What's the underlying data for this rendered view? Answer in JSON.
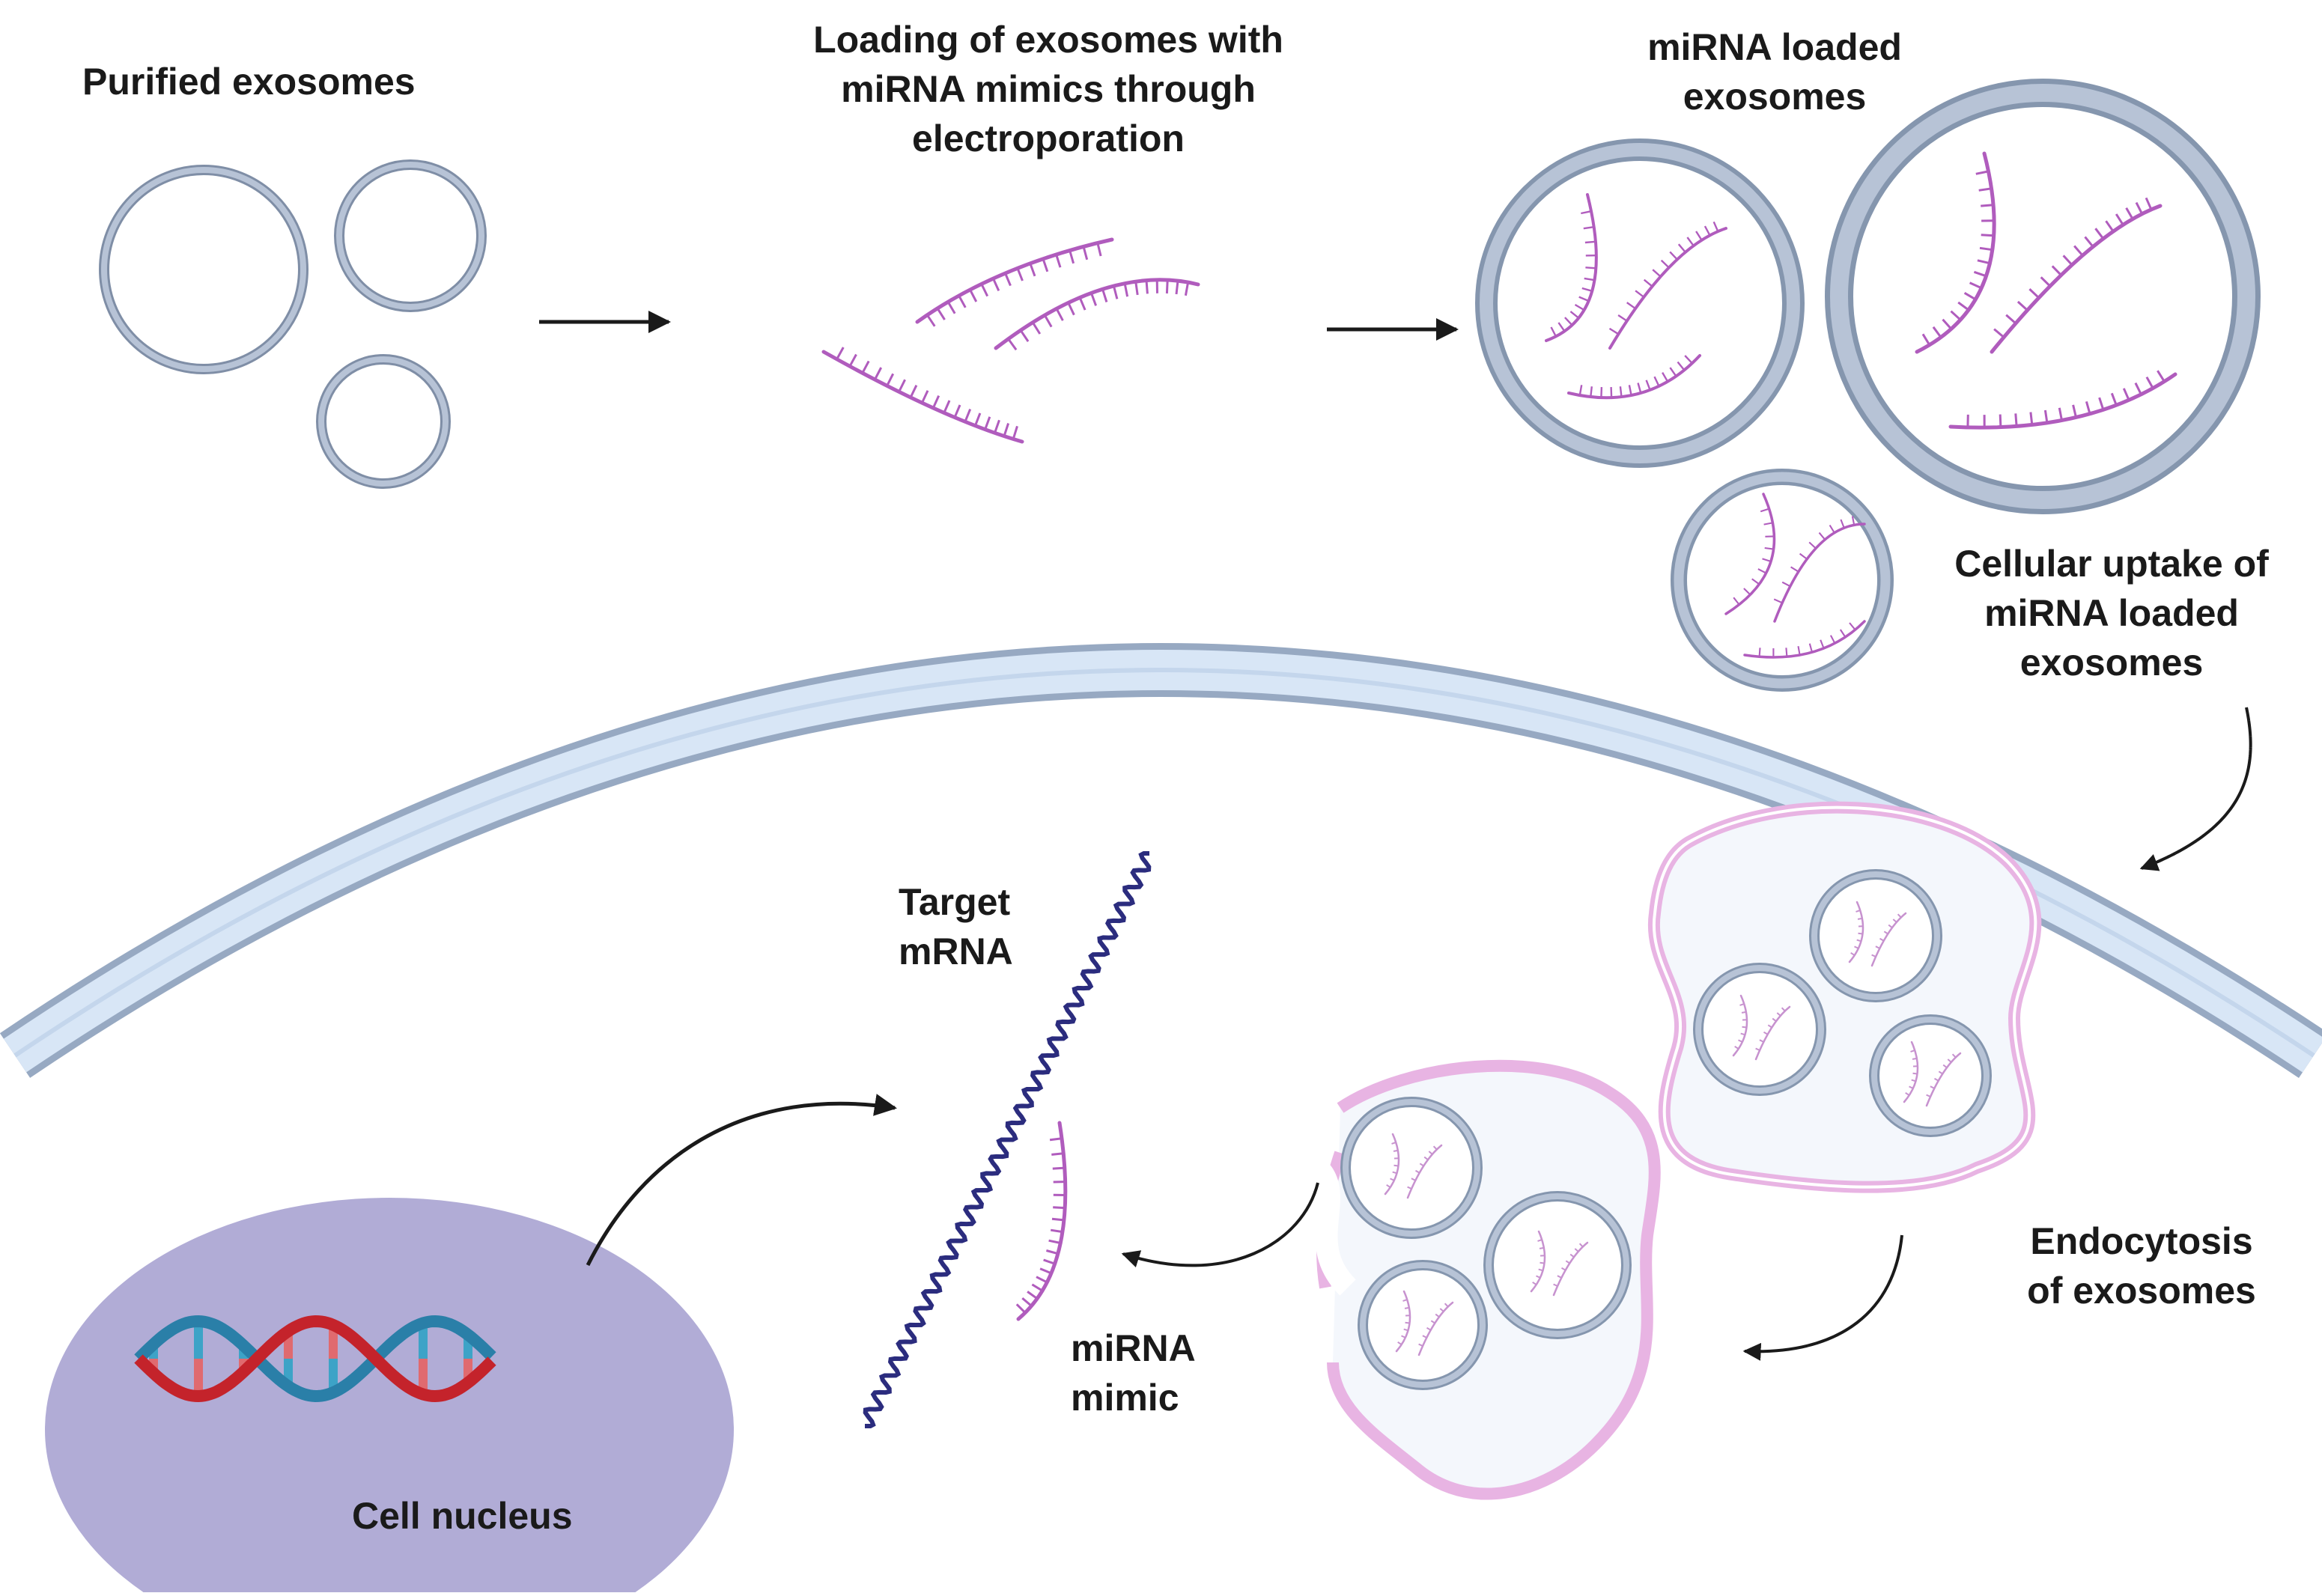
{
  "labels": {
    "purified": "Purified exosomes",
    "loading": [
      "Loading of exosomes with",
      "miRNA  mimics through",
      "electroporation"
    ],
    "loaded": [
      "miRNA loaded",
      "exosomes"
    ],
    "uptake": [
      "Cellular uptake of",
      "miRNA loaded",
      "exosomes"
    ],
    "target": [
      "Target",
      "mRNA"
    ],
    "mimic": [
      "miRNA",
      "mimic"
    ],
    "endocytosis": [
      "Endocytosis",
      "of exosomes"
    ],
    "nucleus": "Cell nucleus"
  },
  "colors": {
    "exosome_ring": "#a9b6cb",
    "exosome_edge": "#7f8ea6",
    "mirna": "#b05cbd",
    "membrane_fill": "#d8e6f6",
    "membrane_edge": "#97a9c2",
    "endosome": "#e8b4e3",
    "endosome_fill": "#f4f7fc",
    "mrna": "#2b2c7e",
    "nucleus": "#b1acd6",
    "dna_red": "#c4232b",
    "dna_blue": "#2a7fa8",
    "arrow": "#1a1a1a"
  }
}
